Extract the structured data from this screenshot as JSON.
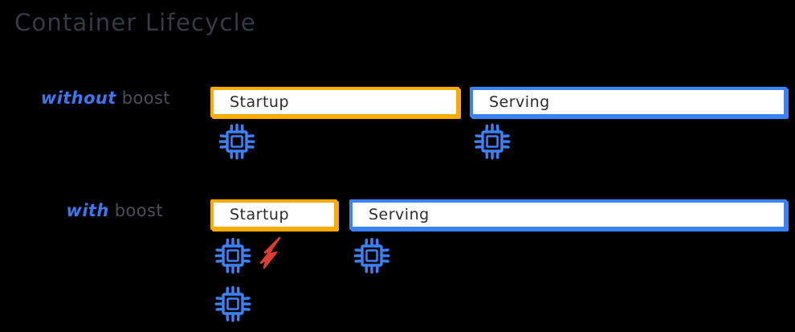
{
  "title": "Container Lifecycle",
  "theme": {
    "background": "#000000",
    "title_color": "#343b47",
    "accent_blue": "#3b78f0",
    "bar_startup_border": "#f9ab00",
    "bar_serving_border": "#3b82f6",
    "bar_fill": "#ffffff",
    "bar_text": "#2b2b2b",
    "chip_color": "#3b82f6",
    "bolt_color": "#d93d34",
    "label_plain_color": "#4a5058"
  },
  "rows": [
    {
      "label_accent": "without",
      "label_plain": "boost",
      "phases": [
        {
          "name": "Startup",
          "kind": "startup"
        },
        {
          "name": "Serving",
          "kind": "serving"
        }
      ],
      "startup_cpu_count": 1,
      "serving_cpu_count": 1,
      "has_boost_bolt": false
    },
    {
      "label_accent": "with",
      "label_plain": "boost",
      "phases": [
        {
          "name": "Startup",
          "kind": "startup"
        },
        {
          "name": "Serving",
          "kind": "serving"
        }
      ],
      "startup_cpu_count": 2,
      "serving_cpu_count": 1,
      "has_boost_bolt": true
    }
  ],
  "icons": {
    "cpu": "cpu-chip-icon",
    "boost": "lightning-bolt-icon"
  }
}
